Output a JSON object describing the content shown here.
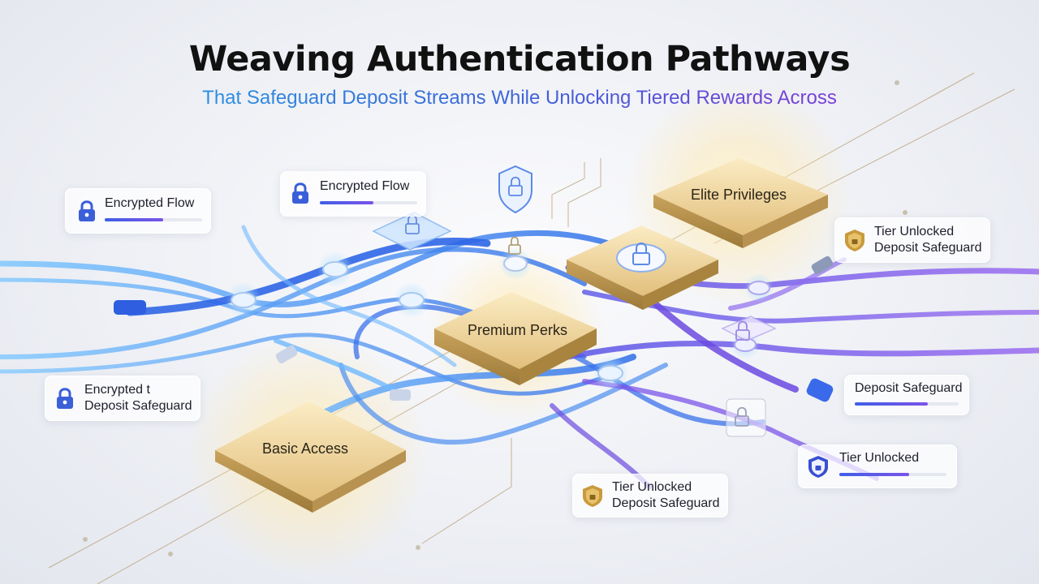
{
  "header": {
    "title": "Weaving Authentication Pathways",
    "subtitle": "That Safeguard Deposit Streams While Unlocking Tiered Rewards Across"
  },
  "platforms": {
    "basic": "Basic Access",
    "premium": "Premium Perks",
    "elite": "Elite Privileges"
  },
  "callouts": {
    "c1": {
      "label": "Encrypted Flow",
      "icon": "padlock-icon",
      "progress": 0.6
    },
    "c2": {
      "label": "Encrypted Flow",
      "icon": "padlock-icon",
      "progress": 0.55
    },
    "c3": {
      "line1": "Encrypted t",
      "line2": "Deposit Safeguard",
      "icon": "padlock-icon"
    },
    "c4": {
      "line1": "Tier Unlocked",
      "line2": "Deposit Safeguard",
      "icon": "gold-shield-icon"
    },
    "c5": {
      "label": "Deposit Safeguard",
      "progress": 0.7
    },
    "c6": {
      "label": "Tier Unlocked",
      "icon": "shield-icon",
      "progress": 0.65
    },
    "c7": {
      "line1": "Tier Unlocked",
      "line2": "Deposit Safeguard",
      "icon": "gold-shield-icon"
    }
  },
  "colors": {
    "blue_stream": "#3f7fe8",
    "purple_stream": "#7a4fe0",
    "gold_platform": "#e8c987",
    "lock_blue": "#3a5fd8"
  }
}
